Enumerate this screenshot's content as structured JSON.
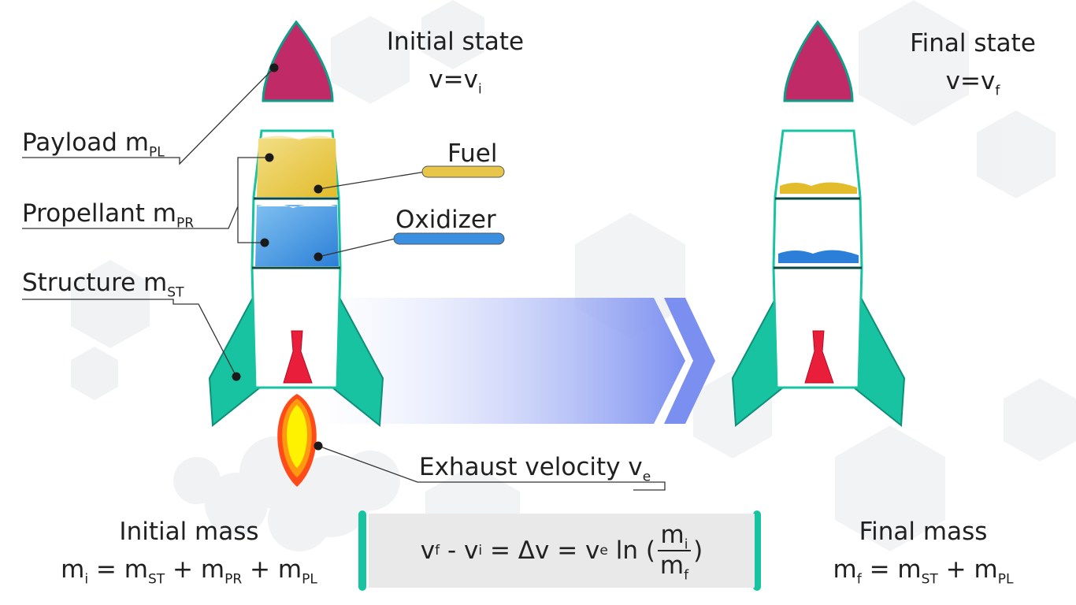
{
  "initial_state": {
    "title": "Initial state",
    "v": "v=v",
    "v_sub": "i"
  },
  "final_state": {
    "title": "Final state",
    "v": "v=v",
    "v_sub": "f"
  },
  "labels": {
    "payload": {
      "text": "Payload m",
      "sub": "PL"
    },
    "propellant": {
      "text": "Propellant m",
      "sub": "PR"
    },
    "structure": {
      "text": "Structure m",
      "sub": "ST"
    },
    "fuel": "Fuel",
    "oxidizer": "Oxidizer",
    "exhaust": {
      "text": "Exhaust velocity v",
      "sub": "e"
    }
  },
  "initial_mass": {
    "title": "Initial mass",
    "m": "m",
    "m_sub": "i",
    "eq": " = m",
    "st": "ST",
    "plus1": " + m",
    "pr": "PR",
    "plus2": " + m",
    "pl": "PL"
  },
  "final_mass": {
    "title": "Final mass",
    "m": "m",
    "m_sub": "f",
    "eq": " = m",
    "st": "ST",
    "plus1": " + m",
    "pl": "PL"
  },
  "equation": {
    "vf": "v",
    "vf_sub": "f",
    "minus": " - v",
    "vi_sub": "i",
    "middle": " = Δv = v",
    "ve_sub": "e",
    "ln": " ln (",
    "num": "m",
    "num_sub": "i",
    "den": "m",
    "den_sub": "f",
    "close": ")"
  },
  "colors": {
    "nose": "#c02a66",
    "fin": "#17c3a0",
    "outline": "#0e9e88",
    "fuel": "#e8c64a",
    "oxidizer": "#3a8fe0",
    "flame_outer": "#ff4a1a",
    "flame_inner": "#fff200",
    "nozzle": "#e81e3a",
    "arrow": "#7b8ff0",
    "eq_bar": "#17c3a0",
    "eq_bg": "#e9e9e9"
  }
}
